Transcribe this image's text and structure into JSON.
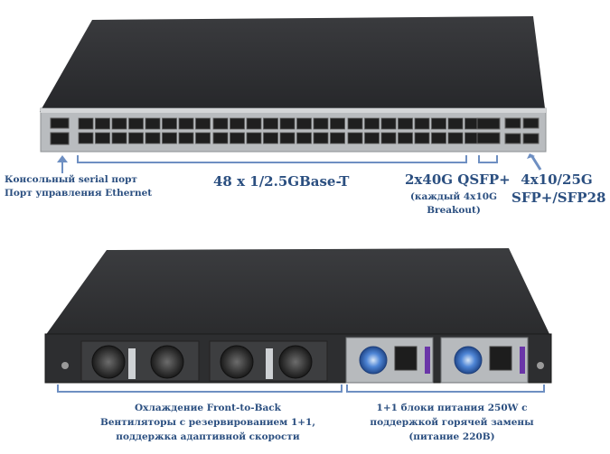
{
  "front_labels": {
    "console": "Консольный serial порт",
    "mgmt": "Порт управления Ethernet",
    "rj45": "48 x 1/2.5GBase-T",
    "qsfp_title": "2x40G QSFP+",
    "qsfp_note_1": "(каждый 4x10G",
    "qsfp_note_2": "Breakout)",
    "sfp_title_1": "4x10/25G",
    "sfp_title_2": "SFP+/SFP28"
  },
  "rear_labels": {
    "cooling_1": "Охлаждение Front-to-Back",
    "cooling_2": "Вентиляторы с резервированием 1+1,",
    "cooling_3": "поддержка адаптивной скорости",
    "psu_1": "1+1 блоки питания 250W с",
    "psu_2": "поддержкой горячей замены",
    "psu_3": "(питание 220В)"
  },
  "colors": {
    "label": "#2b4f80",
    "chassis_top": "#2e2f31",
    "faceplate": "#b9bcbf",
    "bracket": "#6e8fc2"
  }
}
